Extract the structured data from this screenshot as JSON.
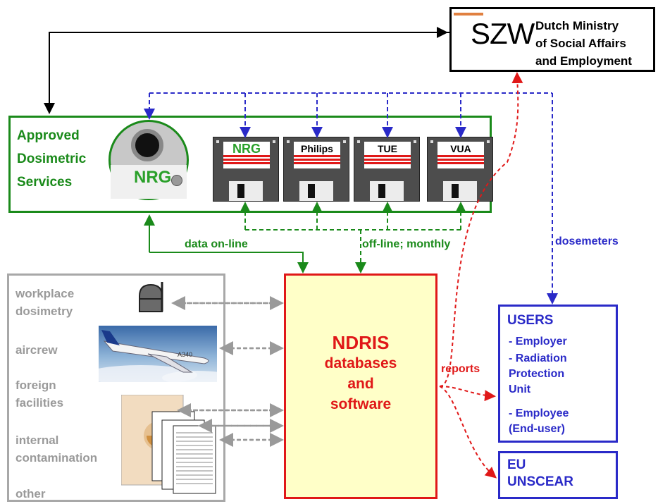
{
  "ministry": {
    "logo_text": "SZW",
    "name": "Dutch Ministry\nof Social Affairs\nand Employment"
  },
  "ads": {
    "title": "Approved\nDosimetric\nServices",
    "badge_logo": "NRG",
    "disks": [
      {
        "label": "NRG"
      },
      {
        "label": "Philips"
      },
      {
        "label": "TUE"
      },
      {
        "label": "VUA"
      }
    ]
  },
  "flows": {
    "data_online": "data on-line",
    "offline_monthly": "off-line; monthly",
    "dosemeters": "dosemeters",
    "reports": "reports"
  },
  "sources": {
    "items": [
      "workplace\ndosimetry",
      "aircrew",
      "foreign\nfacilities",
      "internal\ncontamination",
      "other"
    ]
  },
  "ndris": {
    "title": "NDRIS",
    "subtitle": "databases\nand\nsoftware"
  },
  "users": {
    "title": "USERS",
    "employer": "- Employer",
    "rpu": "- Radiation\n  Protection\n  Unit",
    "employee": "- Employee\n  (End-user)"
  },
  "eu": {
    "text": "EU\nUNSCEAR"
  },
  "colors": {
    "green": "#1a8a1a",
    "blue": "#2a2ac8",
    "red": "#e01818",
    "grey": "#9a9a9a",
    "ndris_fill": "#ffffc8"
  }
}
